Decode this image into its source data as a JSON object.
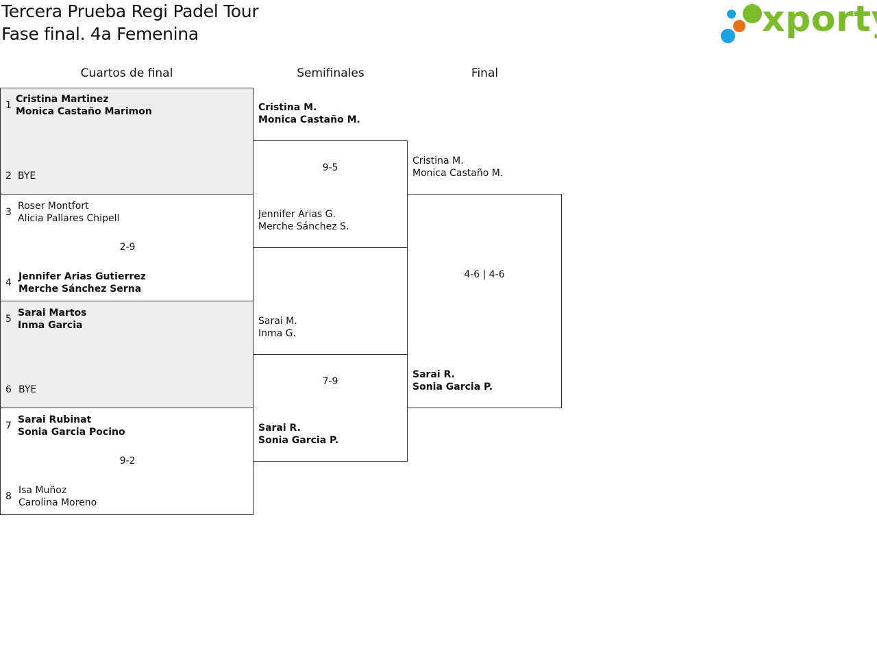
{
  "header": {
    "title_line1": "Tercera Prueba Regi Padel Tour",
    "title_line2": "Fase final. 4a Femenina"
  },
  "logo": {
    "text": "xporty",
    "colors": {
      "green": "#7cbb2b",
      "blue": "#1aa0e6",
      "orange": "#e8711a"
    }
  },
  "rounds": {
    "quarterfinals": "Cuartos de final",
    "semifinals": "Semifinales",
    "final": "Final"
  },
  "colors": {
    "bye_bg": "#eeeeee",
    "border": "#333333"
  },
  "quarterfinals": [
    {
      "score": "",
      "bye": true,
      "top": {
        "seed": "1",
        "p1": "Cristina Martinez",
        "p2": "Monica Castaño Marimon",
        "winner": true
      },
      "bottom": {
        "seed": "2",
        "p1": "BYE",
        "p2": "",
        "winner": false
      }
    },
    {
      "score": "2-9",
      "bye": false,
      "top": {
        "seed": "3",
        "p1": "Roser Montfort",
        "p2": "Alicia Pallares Chipell",
        "winner": false
      },
      "bottom": {
        "seed": "4",
        "p1": "Jennifer Arias Gutierrez",
        "p2": "Merche Sánchez Serna",
        "winner": true
      }
    },
    {
      "score": "",
      "bye": true,
      "top": {
        "seed": "5",
        "p1": "Sarai Martos",
        "p2": "Inma Garcia",
        "winner": true
      },
      "bottom": {
        "seed": "6",
        "p1": "BYE",
        "p2": "",
        "winner": false
      }
    },
    {
      "score": "9-2",
      "bye": false,
      "top": {
        "seed": "7",
        "p1": "Sarai Rubinat",
        "p2": "Sonia Garcia Pocino",
        "winner": true
      },
      "bottom": {
        "seed": "8",
        "p1": "Isa Muñoz",
        "p2": "Carolina Moreno",
        "winner": false
      }
    }
  ],
  "semifinals": [
    {
      "score": "9-5",
      "top": {
        "p1": "Cristina M.",
        "p2": "Monica Castaño M.",
        "winner": true
      },
      "bottom": {
        "p1": "Jennifer Arias G.",
        "p2": "Merche Sánchez S.",
        "winner": false
      }
    },
    {
      "score": "7-9",
      "top": {
        "p1": "Sarai M.",
        "p2": "Inma G.",
        "winner": false
      },
      "bottom": {
        "p1": "Sarai R.",
        "p2": "Sonia Garcia P.",
        "winner": true
      }
    }
  ],
  "final": {
    "score": "4-6 | 4-6",
    "top": {
      "p1": "Cristina M.",
      "p2": "Monica Castaño M.",
      "winner": false
    },
    "bottom": {
      "p1": "Sarai R.",
      "p2": "Sonia Garcia P.",
      "winner": true
    }
  }
}
